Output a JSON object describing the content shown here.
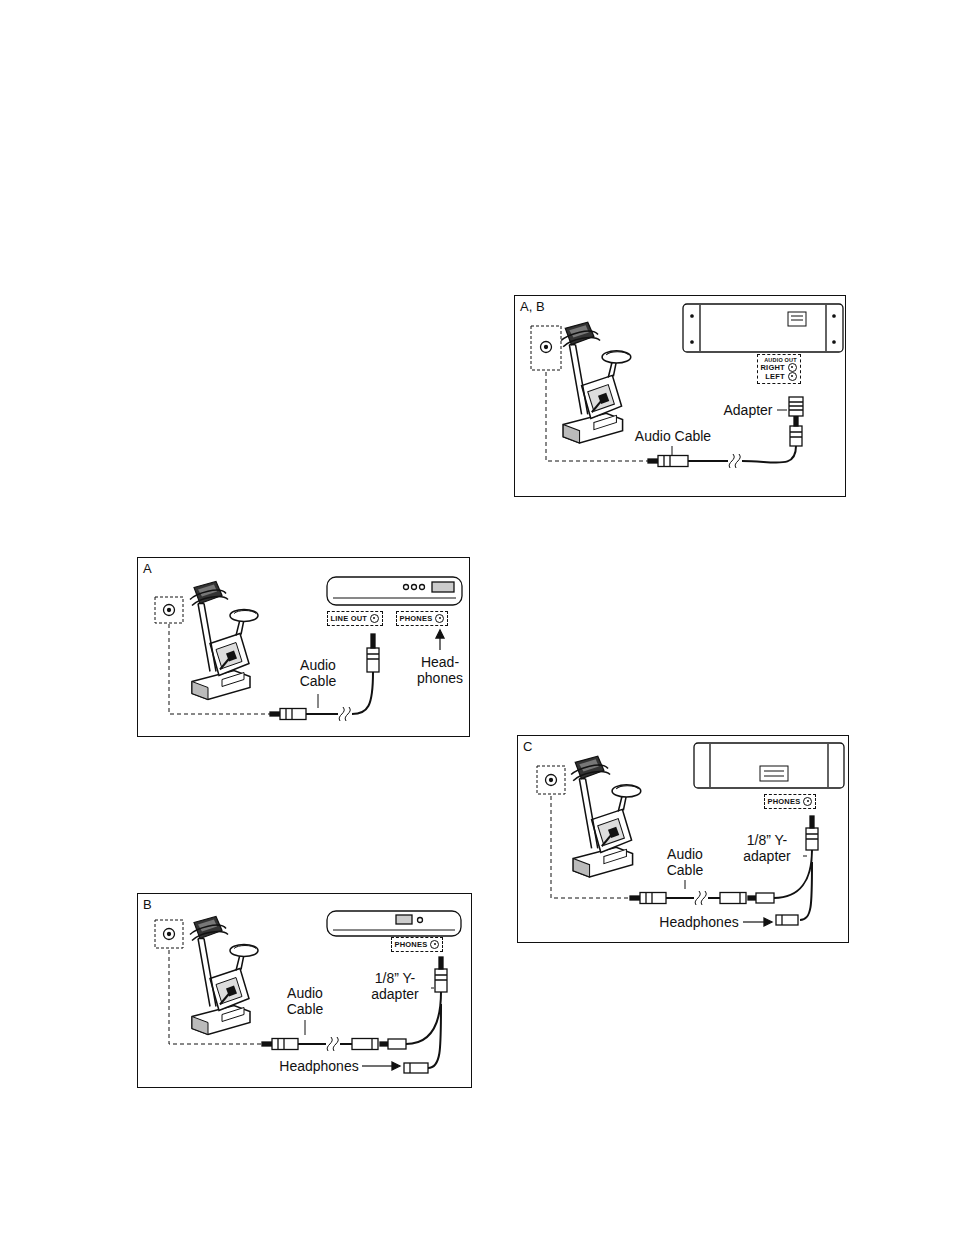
{
  "diagram": {
    "nodes": [
      {
        "text": [
          "A, B"
        ]
      },
      {
        "text": [
          "AUDIO OUT",
          "RIGHT",
          "LEFT"
        ],
        "in": 0
      },
      {
        "text": [
          "A"
        ]
      },
      {
        "text": [
          "LINE OUT"
        ],
        "in": 2
      },
      {
        "text": [
          "PHONES"
        ],
        "in": 2
      },
      {
        "text": [
          "C"
        ]
      },
      {
        "text": [
          "PHONES"
        ],
        "in": 5
      },
      {
        "text": [
          "B"
        ]
      },
      {
        "text": [
          "PHONES"
        ],
        "in": 7
      }
    ],
    "labels": [
      "Audio Cable",
      "Adapter",
      "Audio Cable",
      "Head- phones",
      "Audio Cable",
      "1/8” Y-adapter",
      "Headphones",
      "Audio Cable",
      "1/8” Y-adapter",
      "Headphones"
    ]
  }
}
